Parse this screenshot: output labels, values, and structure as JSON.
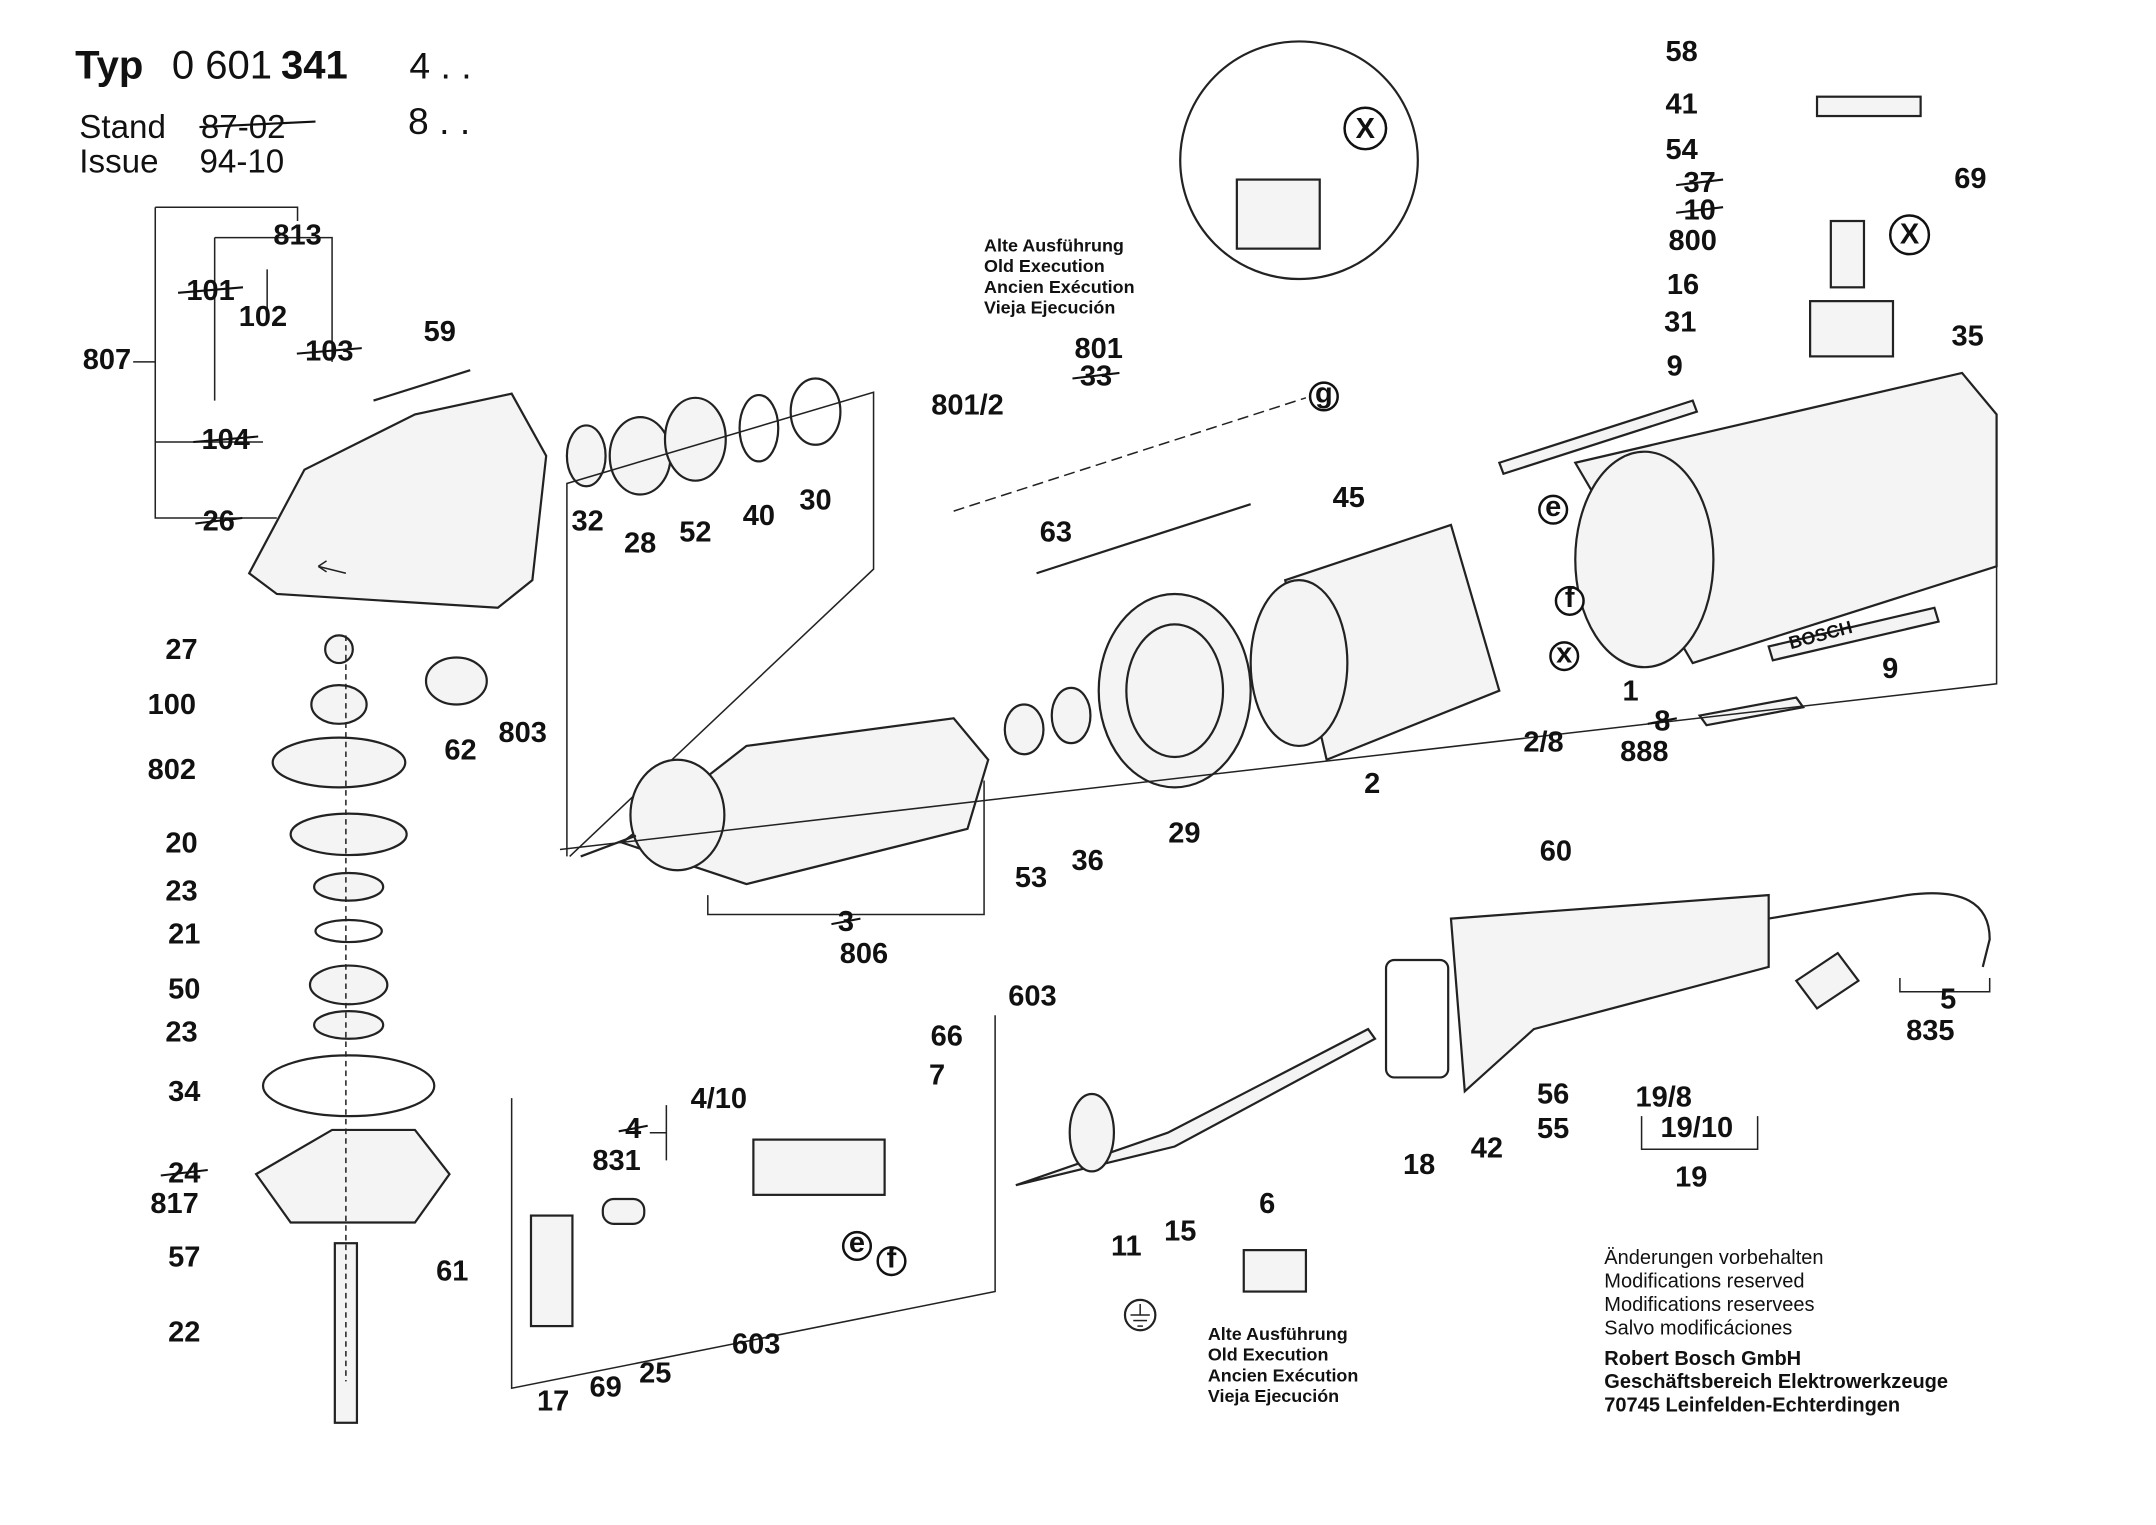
{
  "header": {
    "typ_label": "Typ",
    "typ_number_light": "0 601",
    "typ_number_bold": "341",
    "variant_1": "4 . .",
    "variant_2": "8 . .",
    "stand_label": "Stand",
    "stand_value_struck": "87-02",
    "issue_label": "Issue",
    "issue_value": "94-10"
  },
  "old_execution_note_1": [
    "Alte Ausführung",
    "Old Execution",
    "Ancien Exécution",
    "Vieja Ejecución"
  ],
  "old_execution_note_2": [
    "Alte Ausführung",
    "Old Execution",
    "Ancien Exécution",
    "Vieja Ejecución"
  ],
  "footer": {
    "modifications": [
      "Änderungen vorbehalten",
      "Modifications reserved",
      "Modifications reservees",
      "Salvo modificáciones"
    ],
    "company": [
      "Robert Bosch GmbH",
      "Geschäftsbereich Elektrowerkzeuge",
      "70745 Leinfelden-Echterdingen"
    ]
  },
  "housing_brand": "BOSCH",
  "circled_markers": [
    "X",
    "X",
    "g",
    "e",
    "f",
    "x",
    "e",
    "f"
  ],
  "part_labels": [
    {
      "text": "813",
      "struck": false
    },
    {
      "text": "101",
      "struck": true
    },
    {
      "text": "102",
      "struck": false
    },
    {
      "text": "103",
      "struck": true
    },
    {
      "text": "807",
      "struck": false
    },
    {
      "text": "104",
      "struck": true
    },
    {
      "text": "26",
      "struck": true
    },
    {
      "text": "59",
      "struck": false
    },
    {
      "text": "27",
      "struck": false
    },
    {
      "text": "100",
      "struck": false
    },
    {
      "text": "802",
      "struck": false
    },
    {
      "text": "20",
      "struck": false
    },
    {
      "text": "23",
      "struck": false
    },
    {
      "text": "21",
      "struck": false
    },
    {
      "text": "50",
      "struck": false
    },
    {
      "text": "23",
      "struck": false
    },
    {
      "text": "34",
      "struck": false
    },
    {
      "text": "24",
      "struck": true
    },
    {
      "text": "817",
      "struck": false
    },
    {
      "text": "57",
      "struck": false
    },
    {
      "text": "61",
      "struck": false
    },
    {
      "text": "22",
      "struck": false
    },
    {
      "text": "62",
      "struck": false
    },
    {
      "text": "803",
      "struck": false
    },
    {
      "text": "32",
      "struck": false
    },
    {
      "text": "28",
      "struck": false
    },
    {
      "text": "52",
      "struck": false
    },
    {
      "text": "40",
      "struck": false
    },
    {
      "text": "30",
      "struck": false
    },
    {
      "text": "801/2",
      "struck": false
    },
    {
      "text": "801",
      "struck": false
    },
    {
      "text": "33",
      "struck": true
    },
    {
      "text": "63",
      "struck": false
    },
    {
      "text": "45",
      "struck": false
    },
    {
      "text": "53",
      "struck": false
    },
    {
      "text": "36",
      "struck": false
    },
    {
      "text": "29",
      "struck": false
    },
    {
      "text": "3",
      "struck": true
    },
    {
      "text": "806",
      "struck": false
    },
    {
      "text": "2",
      "struck": false
    },
    {
      "text": "2/8",
      "struck": false
    },
    {
      "text": "8",
      "struck": true
    },
    {
      "text": "888",
      "struck": false
    },
    {
      "text": "1",
      "struck": false
    },
    {
      "text": "9",
      "struck": false
    },
    {
      "text": "9",
      "struck": false
    },
    {
      "text": "58",
      "struck": false
    },
    {
      "text": "41",
      "struck": false
    },
    {
      "text": "54",
      "struck": false
    },
    {
      "text": "37",
      "struck": true
    },
    {
      "text": "10",
      "struck": true
    },
    {
      "text": "800",
      "struck": false
    },
    {
      "text": "16",
      "struck": false
    },
    {
      "text": "31",
      "struck": false
    },
    {
      "text": "69",
      "struck": false
    },
    {
      "text": "35",
      "struck": false
    },
    {
      "text": "60",
      "struck": false
    },
    {
      "text": "5",
      "struck": false
    },
    {
      "text": "835",
      "struck": false
    },
    {
      "text": "603",
      "struck": false
    },
    {
      "text": "66",
      "struck": false
    },
    {
      "text": "7",
      "struck": false
    },
    {
      "text": "4/10",
      "struck": false
    },
    {
      "text": "4",
      "struck": true
    },
    {
      "text": "831",
      "struck": false
    },
    {
      "text": "11",
      "struck": false
    },
    {
      "text": "15",
      "struck": false
    },
    {
      "text": "6",
      "struck": false
    },
    {
      "text": "18",
      "struck": false
    },
    {
      "text": "42",
      "struck": false
    },
    {
      "text": "56",
      "struck": false
    },
    {
      "text": "55",
      "struck": false
    },
    {
      "text": "19/8",
      "struck": false
    },
    {
      "text": "19/10",
      "struck": false
    },
    {
      "text": "19",
      "struck": false
    },
    {
      "text": "17",
      "struck": false
    },
    {
      "text": "69",
      "struck": false
    },
    {
      "text": "25",
      "struck": false
    },
    {
      "text": "603",
      "struck": false
    }
  ]
}
